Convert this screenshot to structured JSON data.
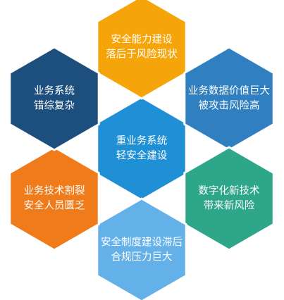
{
  "hexagons": [
    {
      "id": "center",
      "lines": [
        "重业务系统",
        "轻安全建设"
      ],
      "color": "#1f8fd6"
    },
    {
      "id": "top",
      "lines": [
        "安全能力建设",
        "落后于风险现状"
      ],
      "color": "#f5a50a"
    },
    {
      "id": "upper-right",
      "lines": [
        "业务数据价值巨大",
        "被攻击风险高"
      ],
      "color": "#2f7fc1"
    },
    {
      "id": "lower-right",
      "lines": [
        "数字化新技术",
        "带来新风险"
      ],
      "color": "#2ea68a"
    },
    {
      "id": "bottom",
      "lines": [
        "安全制度建设滞后",
        "合规压力巨大"
      ],
      "color": "#64b1ea"
    },
    {
      "id": "lower-left",
      "lines": [
        "业务技术割裂",
        "安全人员匮乏"
      ],
      "color": "#ef7b1a"
    },
    {
      "id": "upper-left",
      "lines": [
        "业务系统",
        "错综复杂"
      ],
      "color": "#1d4f7e"
    }
  ]
}
